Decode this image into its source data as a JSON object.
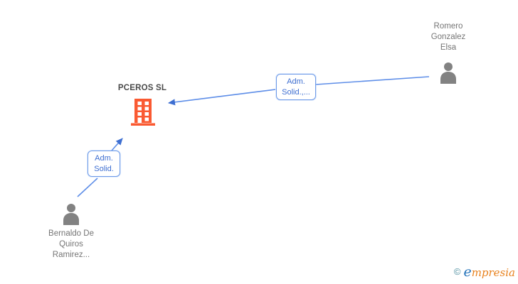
{
  "company": {
    "name": "PCEROS SL"
  },
  "persons": [
    {
      "lines": [
        "Romero",
        "Gonzalez",
        "Elsa"
      ]
    },
    {
      "lines": [
        "Bernaldo De",
        "Quiros",
        "Ramirez..."
      ]
    }
  ],
  "edges": [
    {
      "label_lines": [
        "Adm.",
        "Solid.,..."
      ]
    },
    {
      "label_lines": [
        "Adm.",
        "Solid."
      ]
    }
  ],
  "logo": {
    "copyright": "©",
    "brand_first": "e",
    "brand_rest": "mpresia"
  },
  "colors": {
    "edge_line": "#5e8ee8",
    "arrowhead": "#3e6fd1",
    "label_border": "#6f9be8",
    "label_text": "#3d6ed1",
    "building": "#fa5a32",
    "person_icon": "#828282",
    "person_text": "#757575",
    "company_text": "#4a4a4a",
    "logo_teal": "#4e8fa0",
    "logo_blue": "#2272b9",
    "logo_orange": "#e8821e"
  }
}
